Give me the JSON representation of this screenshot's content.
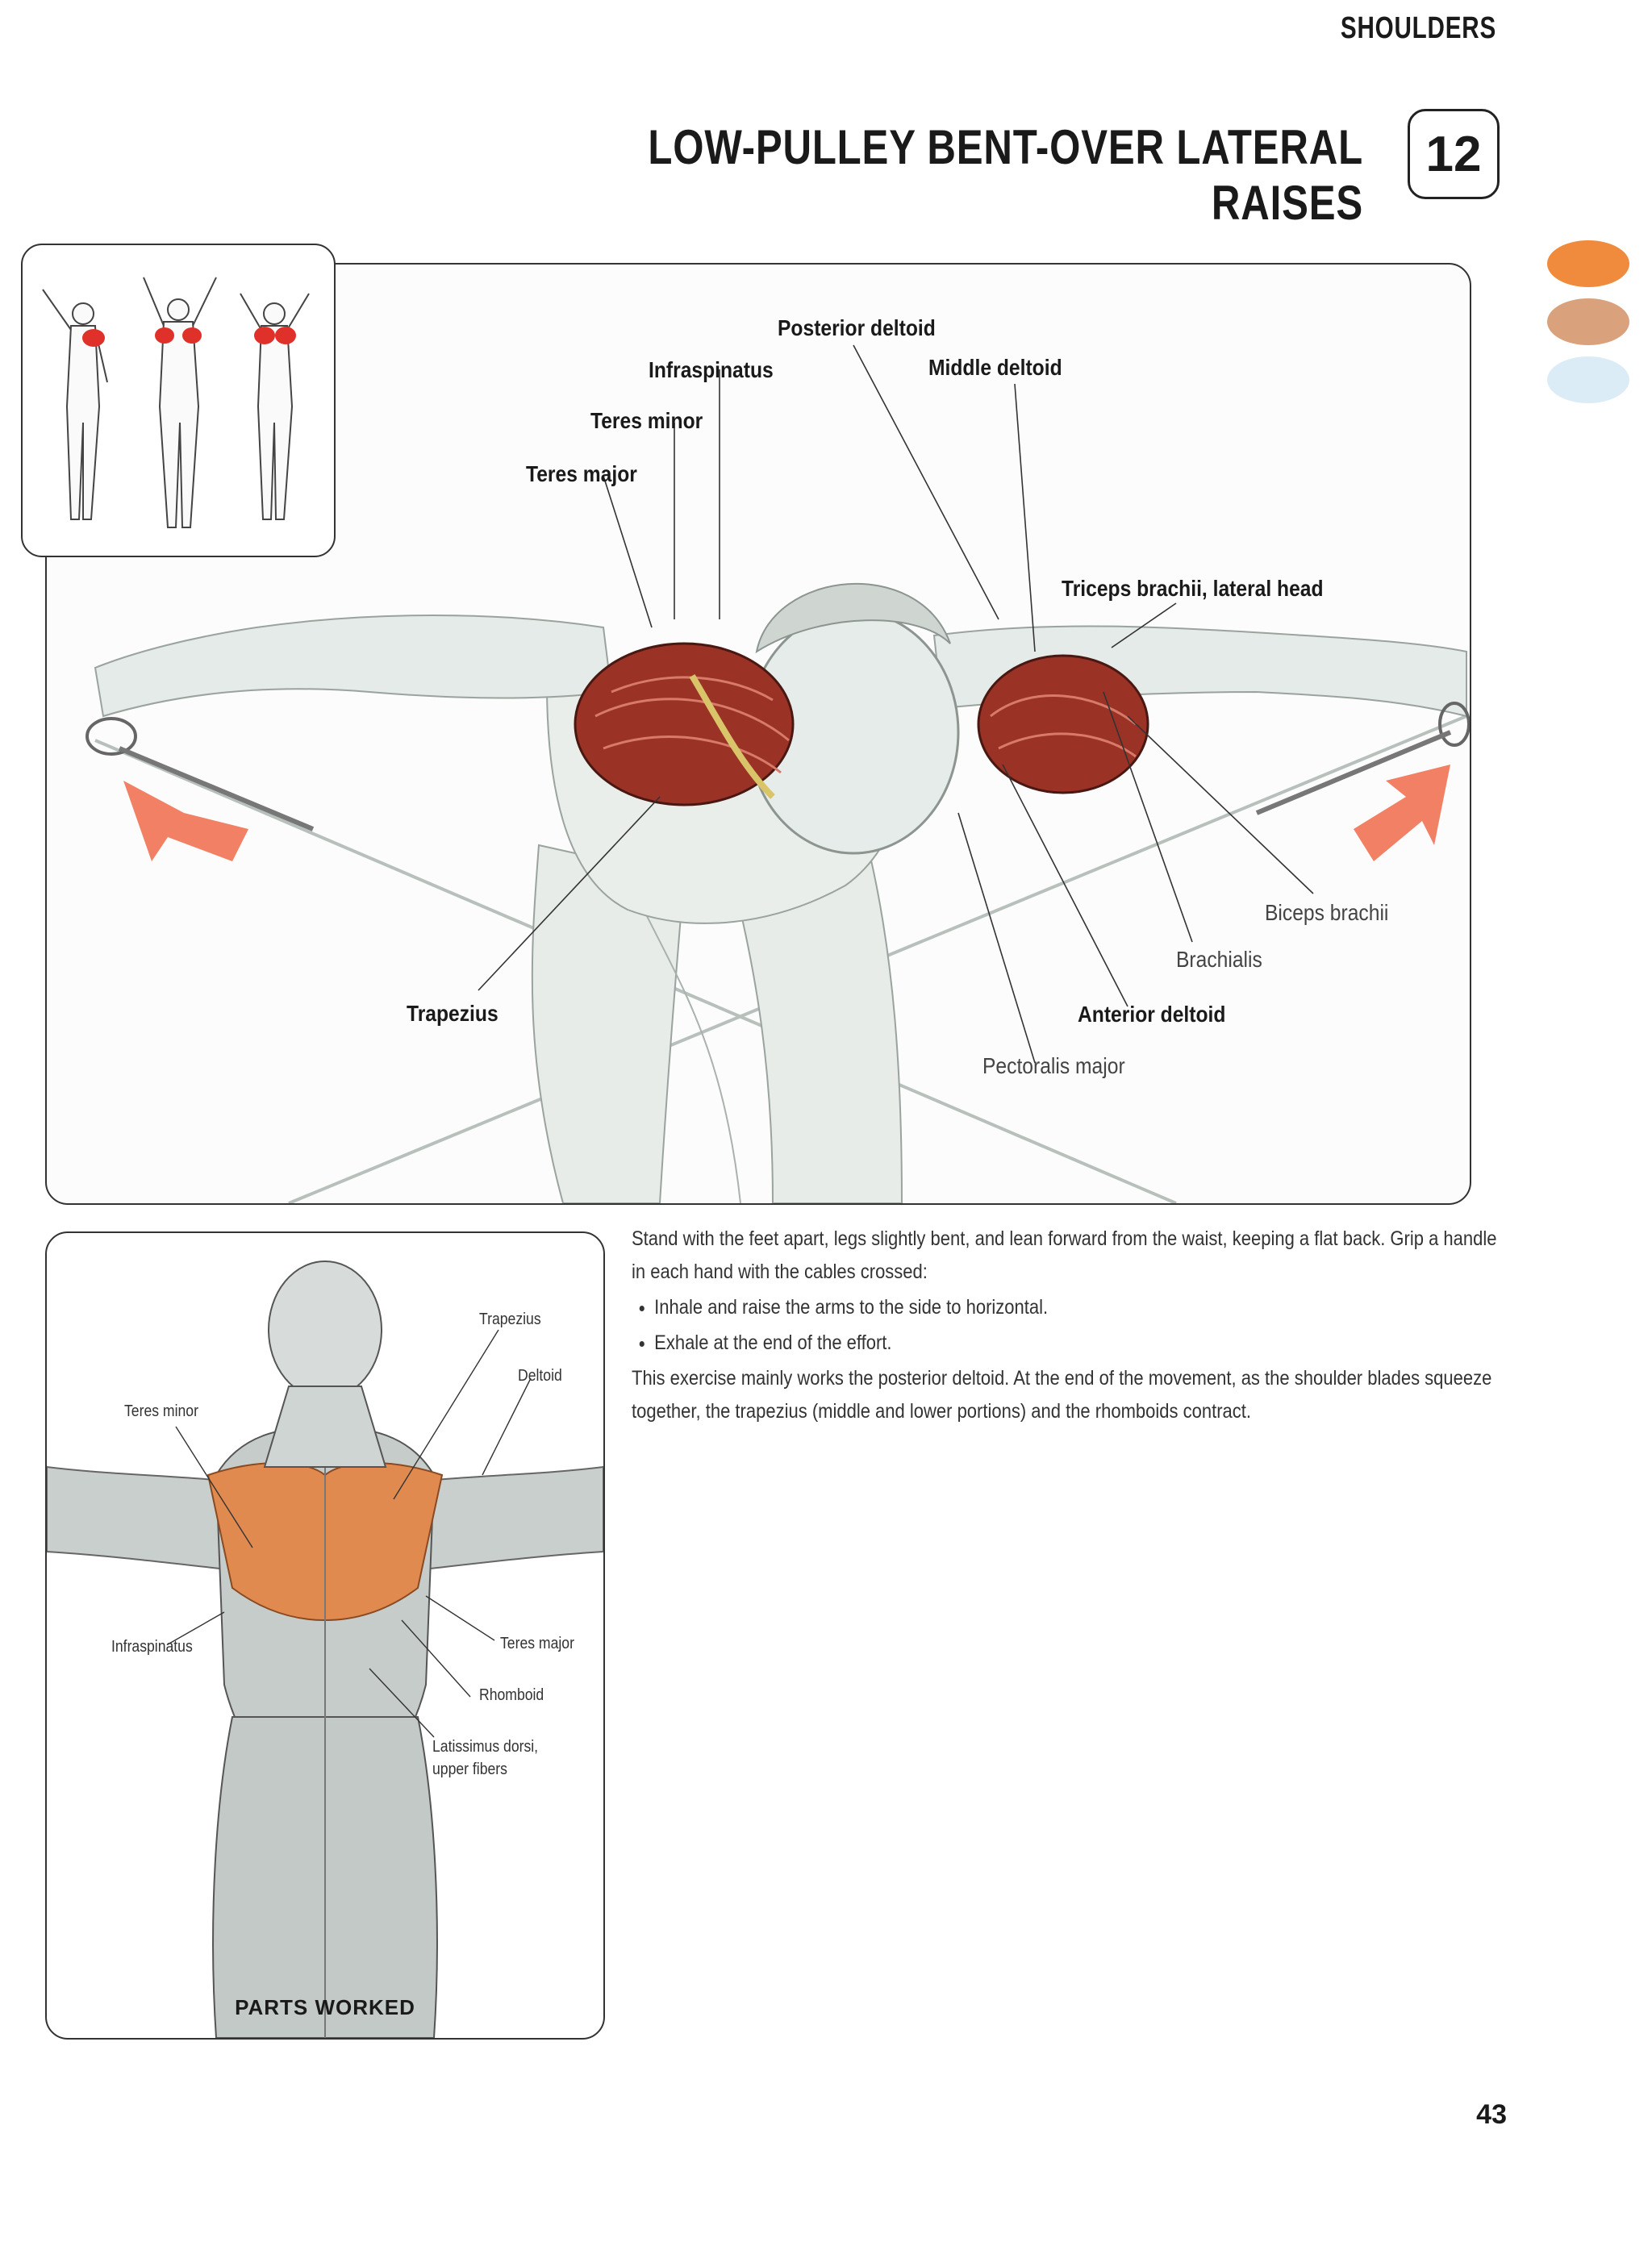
{
  "header": {
    "section": "SHOULDERS",
    "title": "LOW-PULLEY BENT-OVER LATERAL RAISES",
    "exercise_number": "12"
  },
  "colors": {
    "primary": "#f08a3c",
    "secondary": "#d9a27c",
    "tertiary": "#dcecf6",
    "muscle_red": "#9a3226",
    "muscle_orange": "#e08a50"
  },
  "illustration": {
    "labels": {
      "posterior_deltoid": "Posterior deltoid",
      "infraspinatus": "Infraspinatus",
      "middle_deltoid": "Middle deltoid",
      "teres_minor": "Teres minor",
      "teres_major": "Teres major",
      "triceps": "Triceps brachii, lateral head",
      "trapezius": "Trapezius",
      "biceps": "Biceps brachii",
      "brachialis": "Brachialis",
      "anterior_deltoid": "Anterior deltoid",
      "pectoralis": "Pectoralis major"
    }
  },
  "parts_worked": {
    "caption": "PARTS WORKED",
    "labels": {
      "trapezius": "Trapezius",
      "deltoid": "Deltoid",
      "teres_minor": "Teres minor",
      "infraspinatus": "Infraspinatus",
      "teres_major": "Teres major",
      "rhomboid": "Rhomboid",
      "latissimus_1": "Latissimus dorsi,",
      "latissimus_2": "upper fibers"
    }
  },
  "instructions": {
    "intro": "Stand with the feet apart, legs slightly bent, and lean forward from the waist, keeping a flat back. Grip a handle in each hand with the cables crossed:",
    "steps": [
      "Inhale and raise the arms to the side to horizontal.",
      "Exhale at the end of the effort."
    ],
    "note": "This exercise mainly works the posterior deltoid. At the end of the movement, as the shoulder blades squeeze together, the trapezius (middle and lower portions) and the rhomboids contract."
  },
  "page_number": "43"
}
